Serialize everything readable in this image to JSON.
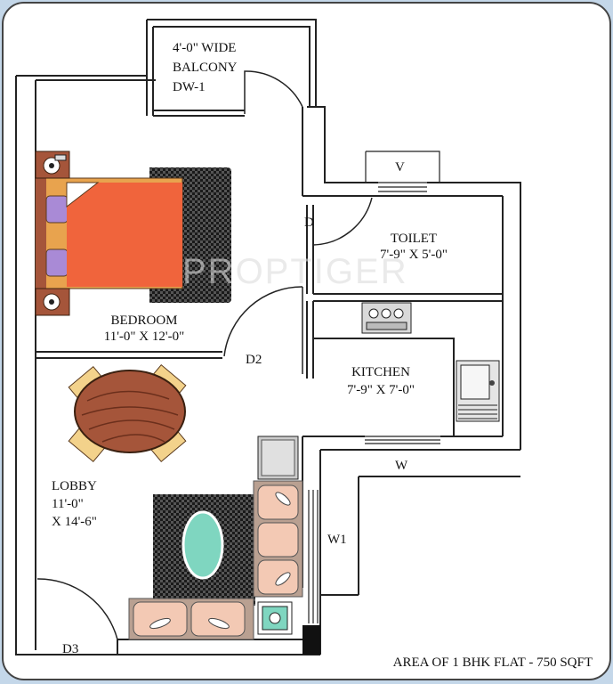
{
  "labels": {
    "balcony": [
      "4'-0\" WIDE",
      "BALCONY",
      "DW-1"
    ],
    "bedroom": [
      "BEDROOM",
      "11'-0\" X 12'-0\""
    ],
    "toilet": [
      "TOILET",
      "7'-9\" X 5'-0\""
    ],
    "kitchen": [
      "KITCHEN",
      "7'-9\" X 7'-0\""
    ],
    "lobby": [
      "LOBBY",
      "11'-0\"",
      "X 14'-6\""
    ],
    "door_d": "D",
    "door_d2": "D2",
    "door_d3": "D3",
    "vent_v": "V",
    "window_w": "W",
    "window_w1": "W1"
  },
  "footer": "AREA OF 1 BHK FLAT - 750 SQFT",
  "watermark": "PROPTIGER",
  "colors": {
    "background": "#c4d7e9",
    "floor": "#ffffff",
    "bed": "#f0643c",
    "pillow": "#a98ad6",
    "table": "#a5553a",
    "chair": "#f3d28b",
    "sofa": "#f3c9b4",
    "rug_dark": "#2b2b2b",
    "mirror": "#7fd6c0"
  }
}
